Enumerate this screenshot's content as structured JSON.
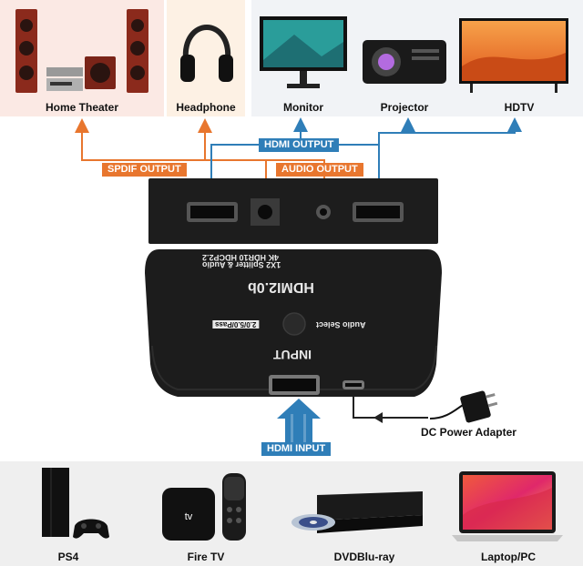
{
  "outputs": [
    {
      "id": "home-theater",
      "label": "Home Theater",
      "icon": "home-theater-speakers-icon"
    },
    {
      "id": "headphone",
      "label": "Headphone",
      "icon": "headphone-icon"
    },
    {
      "id": "monitor",
      "label": "Monitor",
      "icon": "monitor-icon"
    },
    {
      "id": "projector",
      "label": "Projector",
      "icon": "projector-icon"
    },
    {
      "id": "hdtv",
      "label": "HDTV",
      "icon": "hdtv-icon"
    }
  ],
  "signal_labels": {
    "hdmi_output": "HDMI OUTPUT",
    "spdif_output": "SPDIF OUTPUT",
    "audio_output": "AUDIO OUTPUT",
    "hdmi_input": "HDMI INPUT"
  },
  "device_print": {
    "brand": "HDMI2.0b",
    "line1": "1X2 Splitter & Audio",
    "line2": "4K HDR10 HDCP2.2",
    "mode": "2.0/5.0/Pass",
    "audio_select": "Audio Select",
    "input": "INPUT"
  },
  "power": {
    "label": "DC Power Adapter",
    "icon": "power-adapter-icon"
  },
  "inputs": [
    {
      "id": "ps4",
      "label": "PS4",
      "icon": "ps4-console-icon"
    },
    {
      "id": "fire-tv",
      "label": "Fire TV",
      "icon": "fire-tv-box-icon"
    },
    {
      "id": "dvd",
      "label": "DVDBlu-ray",
      "icon": "dvd-player-icon"
    },
    {
      "id": "laptop",
      "label": "Laptop/PC",
      "icon": "laptop-icon"
    }
  ],
  "colors": {
    "orange": "#e8762e",
    "blue": "#2f7eb8",
    "device": "#1d1d1d"
  }
}
